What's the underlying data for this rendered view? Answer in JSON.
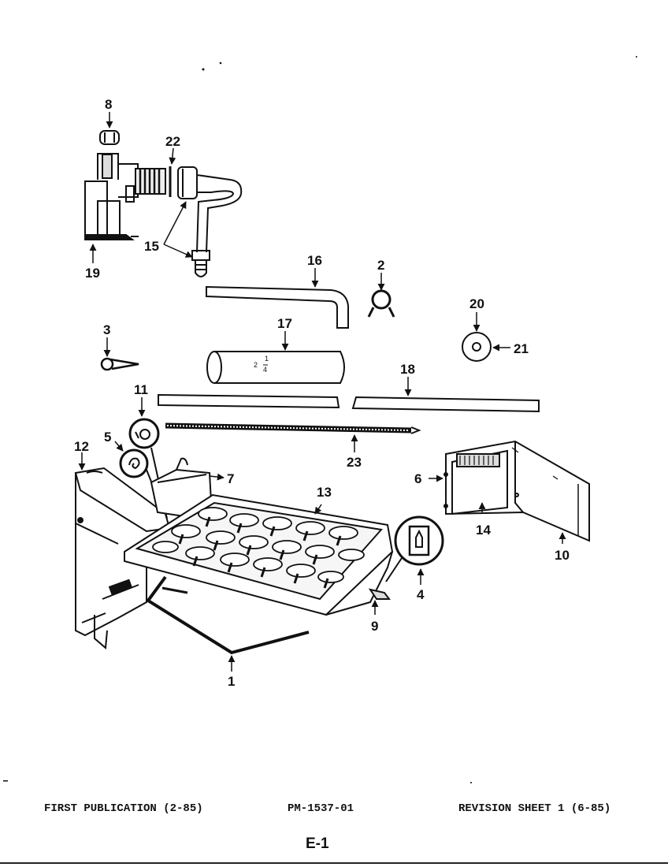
{
  "callouts": {
    "c1": "1",
    "c2": "2",
    "c3": "3",
    "c4": "4",
    "c5": "5",
    "c6": "6",
    "c7": "7",
    "c8": "8",
    "c9": "9",
    "c10": "10",
    "c11": "11",
    "c12": "12",
    "c13": "13",
    "c14": "14",
    "c15": "15",
    "c16": "16",
    "c17": "17",
    "c18": "18",
    "c19": "19",
    "c20": "20",
    "c21": "21",
    "c22": "22",
    "c23": "23"
  },
  "tube_marking": "2 1/4",
  "footer": {
    "first_publication": "FIRST PUBLICATION (2-85)",
    "part_number": "PM-1537-01",
    "revision": "REVISION SHEET 1 (6-85)"
  },
  "page_label": "E-1"
}
